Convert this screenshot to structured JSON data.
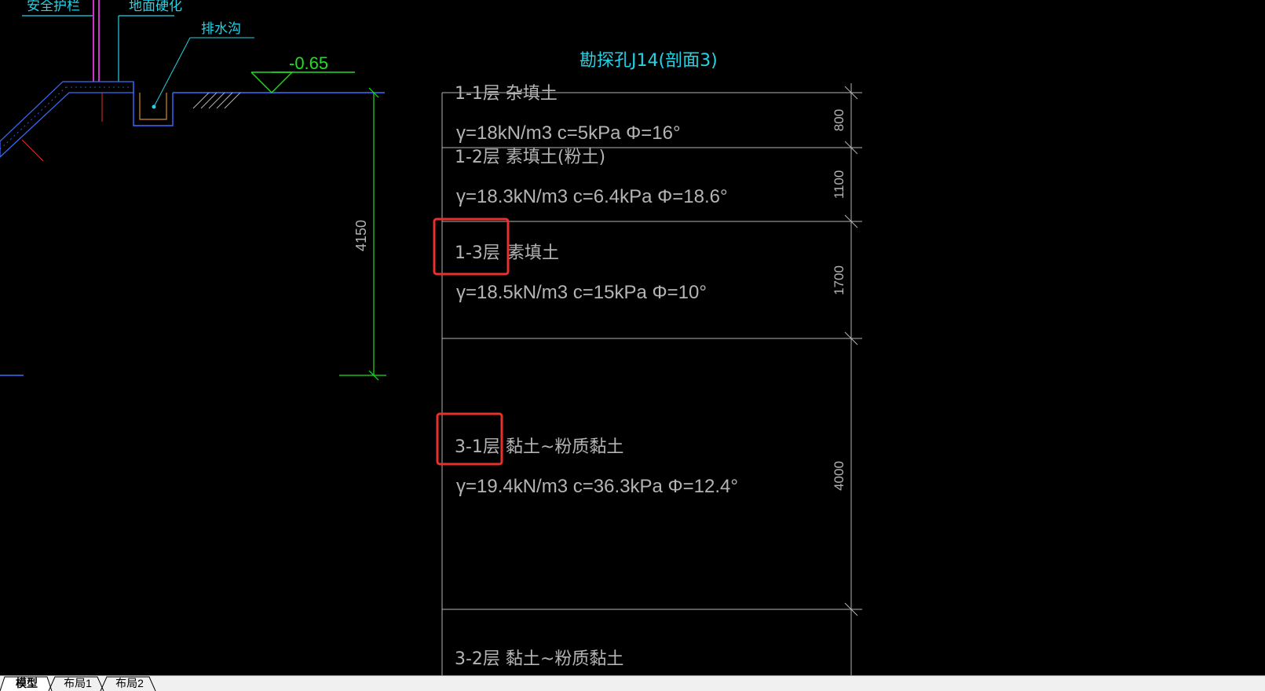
{
  "drawing": {
    "top_labels": {
      "safety_rail": "安全护栏",
      "ground_harden": "地面硬化",
      "drain": "排水沟"
    },
    "elevation_label": "-0.65",
    "height_dim": "4150",
    "section_title": "勘探孔J14(剖面3)",
    "layers": [
      {
        "name": "1-1层  杂填土",
        "params": "γ=18kN/m3  c=5kPa   Φ=16°",
        "thickness": "800"
      },
      {
        "name": "1-2层  素填土(粉土)",
        "params": "γ=18.3kN/m3  c=6.4kPa   Φ=18.6°",
        "thickness": "1100"
      },
      {
        "name_code": "1-3层",
        "name_text": "素填土",
        "params": "γ=18.5kN/m3  c=15kPa   Φ=10°",
        "thickness": "1700"
      },
      {
        "name_code": "3-1层",
        "name_text": "黏土~粉质黏土",
        "params": "γ=19.4kN/m3  c=36.3kPa   Φ=12.4°",
        "thickness": "4000"
      },
      {
        "name": "3-2层  黏土~粉质黏土"
      }
    ],
    "colors": {
      "cyan": "#22d3e6",
      "green": "#22dd22",
      "grey": "#b4b4b4",
      "highlight": "#e8302c",
      "magenta": "#cc33cc",
      "blue": "#3a6cff"
    }
  },
  "tabs": [
    {
      "label": "模型",
      "active": true
    },
    {
      "label": "布局1",
      "active": false
    },
    {
      "label": "布局2",
      "active": false
    }
  ]
}
